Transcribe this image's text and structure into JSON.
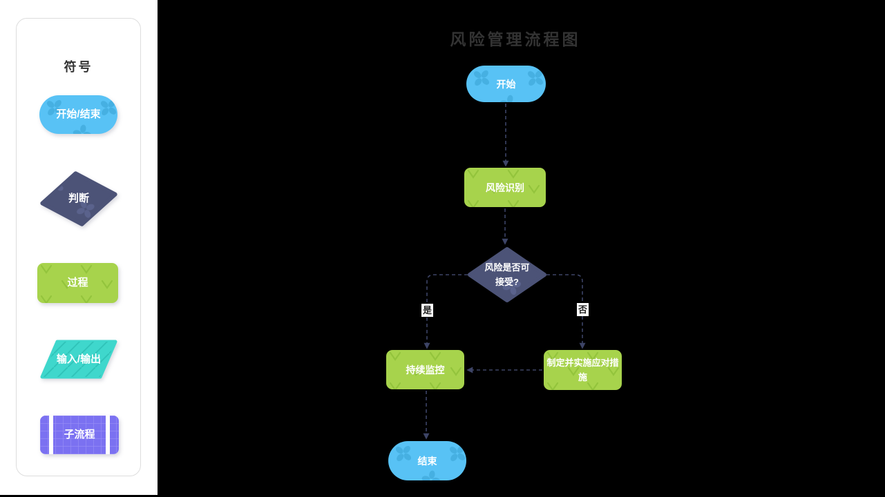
{
  "sidebar": {
    "title": "符号",
    "items": [
      {
        "id": "start-end",
        "label": "开始/结束",
        "shape": "stadium",
        "color": "#58c2f5"
      },
      {
        "id": "decision",
        "label": "判断",
        "shape": "diamond",
        "color": "#4c5377"
      },
      {
        "id": "process",
        "label": "过程",
        "shape": "rectangle",
        "color": "#a7d34c"
      },
      {
        "id": "input-output",
        "label": "输入/输出",
        "shape": "parallelogram",
        "color": "#3fd7cc"
      },
      {
        "id": "subprocess",
        "label": "子流程",
        "shape": "subprocess",
        "color": "#7b71f1"
      }
    ]
  },
  "diagram": {
    "title": "风险管理流程图",
    "nodes": [
      {
        "id": "start",
        "label": "开始",
        "type": "start-end"
      },
      {
        "id": "identify",
        "label": "风险识别",
        "type": "process"
      },
      {
        "id": "accept",
        "label": "风险是否可接受?",
        "type": "decision"
      },
      {
        "id": "monitor",
        "label": "持续监控",
        "type": "process"
      },
      {
        "id": "respond",
        "label": "制定并实施应对措施",
        "type": "process"
      },
      {
        "id": "end",
        "label": "结束",
        "type": "start-end"
      }
    ],
    "edges": [
      {
        "from": "start",
        "to": "identify",
        "label": ""
      },
      {
        "from": "identify",
        "to": "accept",
        "label": ""
      },
      {
        "from": "accept",
        "to": "monitor",
        "label": "是"
      },
      {
        "from": "accept",
        "to": "respond",
        "label": "否"
      },
      {
        "from": "respond",
        "to": "monitor",
        "label": ""
      },
      {
        "from": "monitor",
        "to": "end",
        "label": ""
      }
    ],
    "branch_labels": {
      "yes": "是",
      "no": "否"
    }
  },
  "colors": {
    "node_blue": "#58c2f5",
    "node_blue_pattern": "#46b0e2",
    "node_green": "#a7d34c",
    "node_green_pattern": "#93c43c",
    "node_navy": "#4c5377",
    "node_navy_pattern": "#5a628c",
    "node_teal": "#3fd7cc",
    "node_teal_pattern": "#2fc3b8",
    "node_purple": "#7b71f1",
    "node_purple_pattern": "#9990f5",
    "connector": "#3d4466",
    "title_text": "#333333",
    "canvas_background": "#000000",
    "sidebar_background": "#ffffff"
  }
}
